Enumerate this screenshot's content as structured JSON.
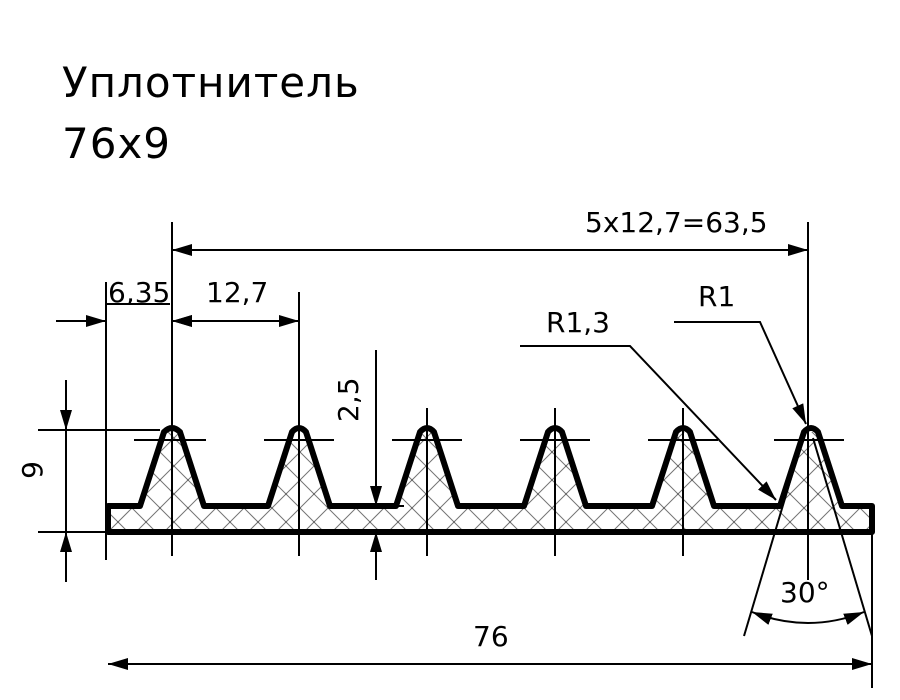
{
  "title": {
    "line1": "Уплотнитель",
    "line2": "76x9"
  },
  "dimensions": {
    "pitch_total": "5x12,7=63,5",
    "edge_offset": "6,35",
    "pitch": "12,7",
    "base_thickness": "2,5",
    "height": "9",
    "radius_valley": "R1,3",
    "radius_tip": "R1",
    "angle": "30°",
    "width": "76"
  },
  "colors": {
    "line": "#000000",
    "background": "#ffffff"
  }
}
